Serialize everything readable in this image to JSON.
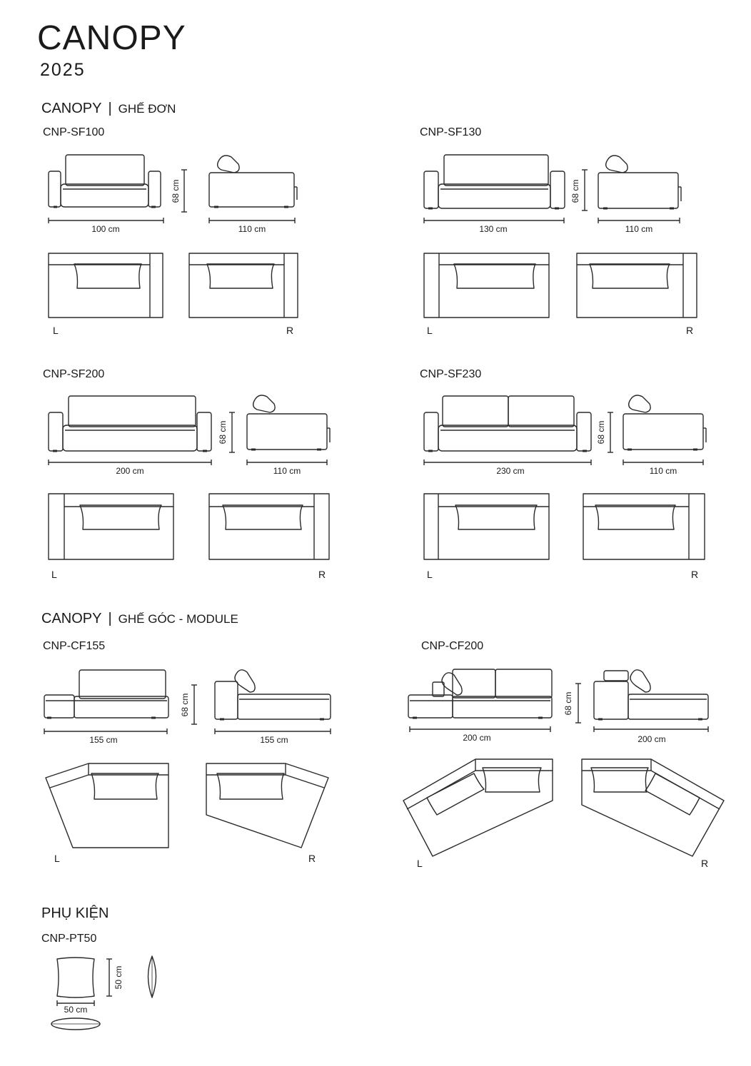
{
  "header": {
    "brand": "CANOPY",
    "year": "2025"
  },
  "sections": [
    {
      "name": "CANOPY",
      "sub": "GHẾ ĐƠN"
    },
    {
      "name": "CANOPY",
      "sub": "GHẾ GÓC - MODULE"
    },
    {
      "name": "PHỤ KIỆN"
    }
  ],
  "divider": "|",
  "products": [
    {
      "code": "CNP-SF100",
      "width": "100 cm",
      "depth": "110 cm",
      "height": "68 cm",
      "left": "L",
      "right": "R"
    },
    {
      "code": "CNP-SF130",
      "width": "130 cm",
      "depth": "110 cm",
      "height": "68 cm",
      "left": "L",
      "right": "R"
    },
    {
      "code": "CNP-SF200",
      "width": "200 cm",
      "depth": "110 cm",
      "height": "68 cm",
      "left": "L",
      "right": "R"
    },
    {
      "code": "CNP-SF230",
      "width": "230 cm",
      "depth": "110 cm",
      "height": "68 cm",
      "left": "L",
      "right": "R"
    },
    {
      "code": "CNP-CF155",
      "width": "155 cm",
      "depth": "155 cm",
      "height": "68 cm",
      "left": "L",
      "right": "R"
    },
    {
      "code": "CNP-CF200",
      "width": "200 cm",
      "depth": "200 cm",
      "height": "68 cm",
      "left": "L",
      "right": "R"
    },
    {
      "code": "CNP-PT50",
      "width": "50 cm",
      "height": "50 cm"
    }
  ]
}
